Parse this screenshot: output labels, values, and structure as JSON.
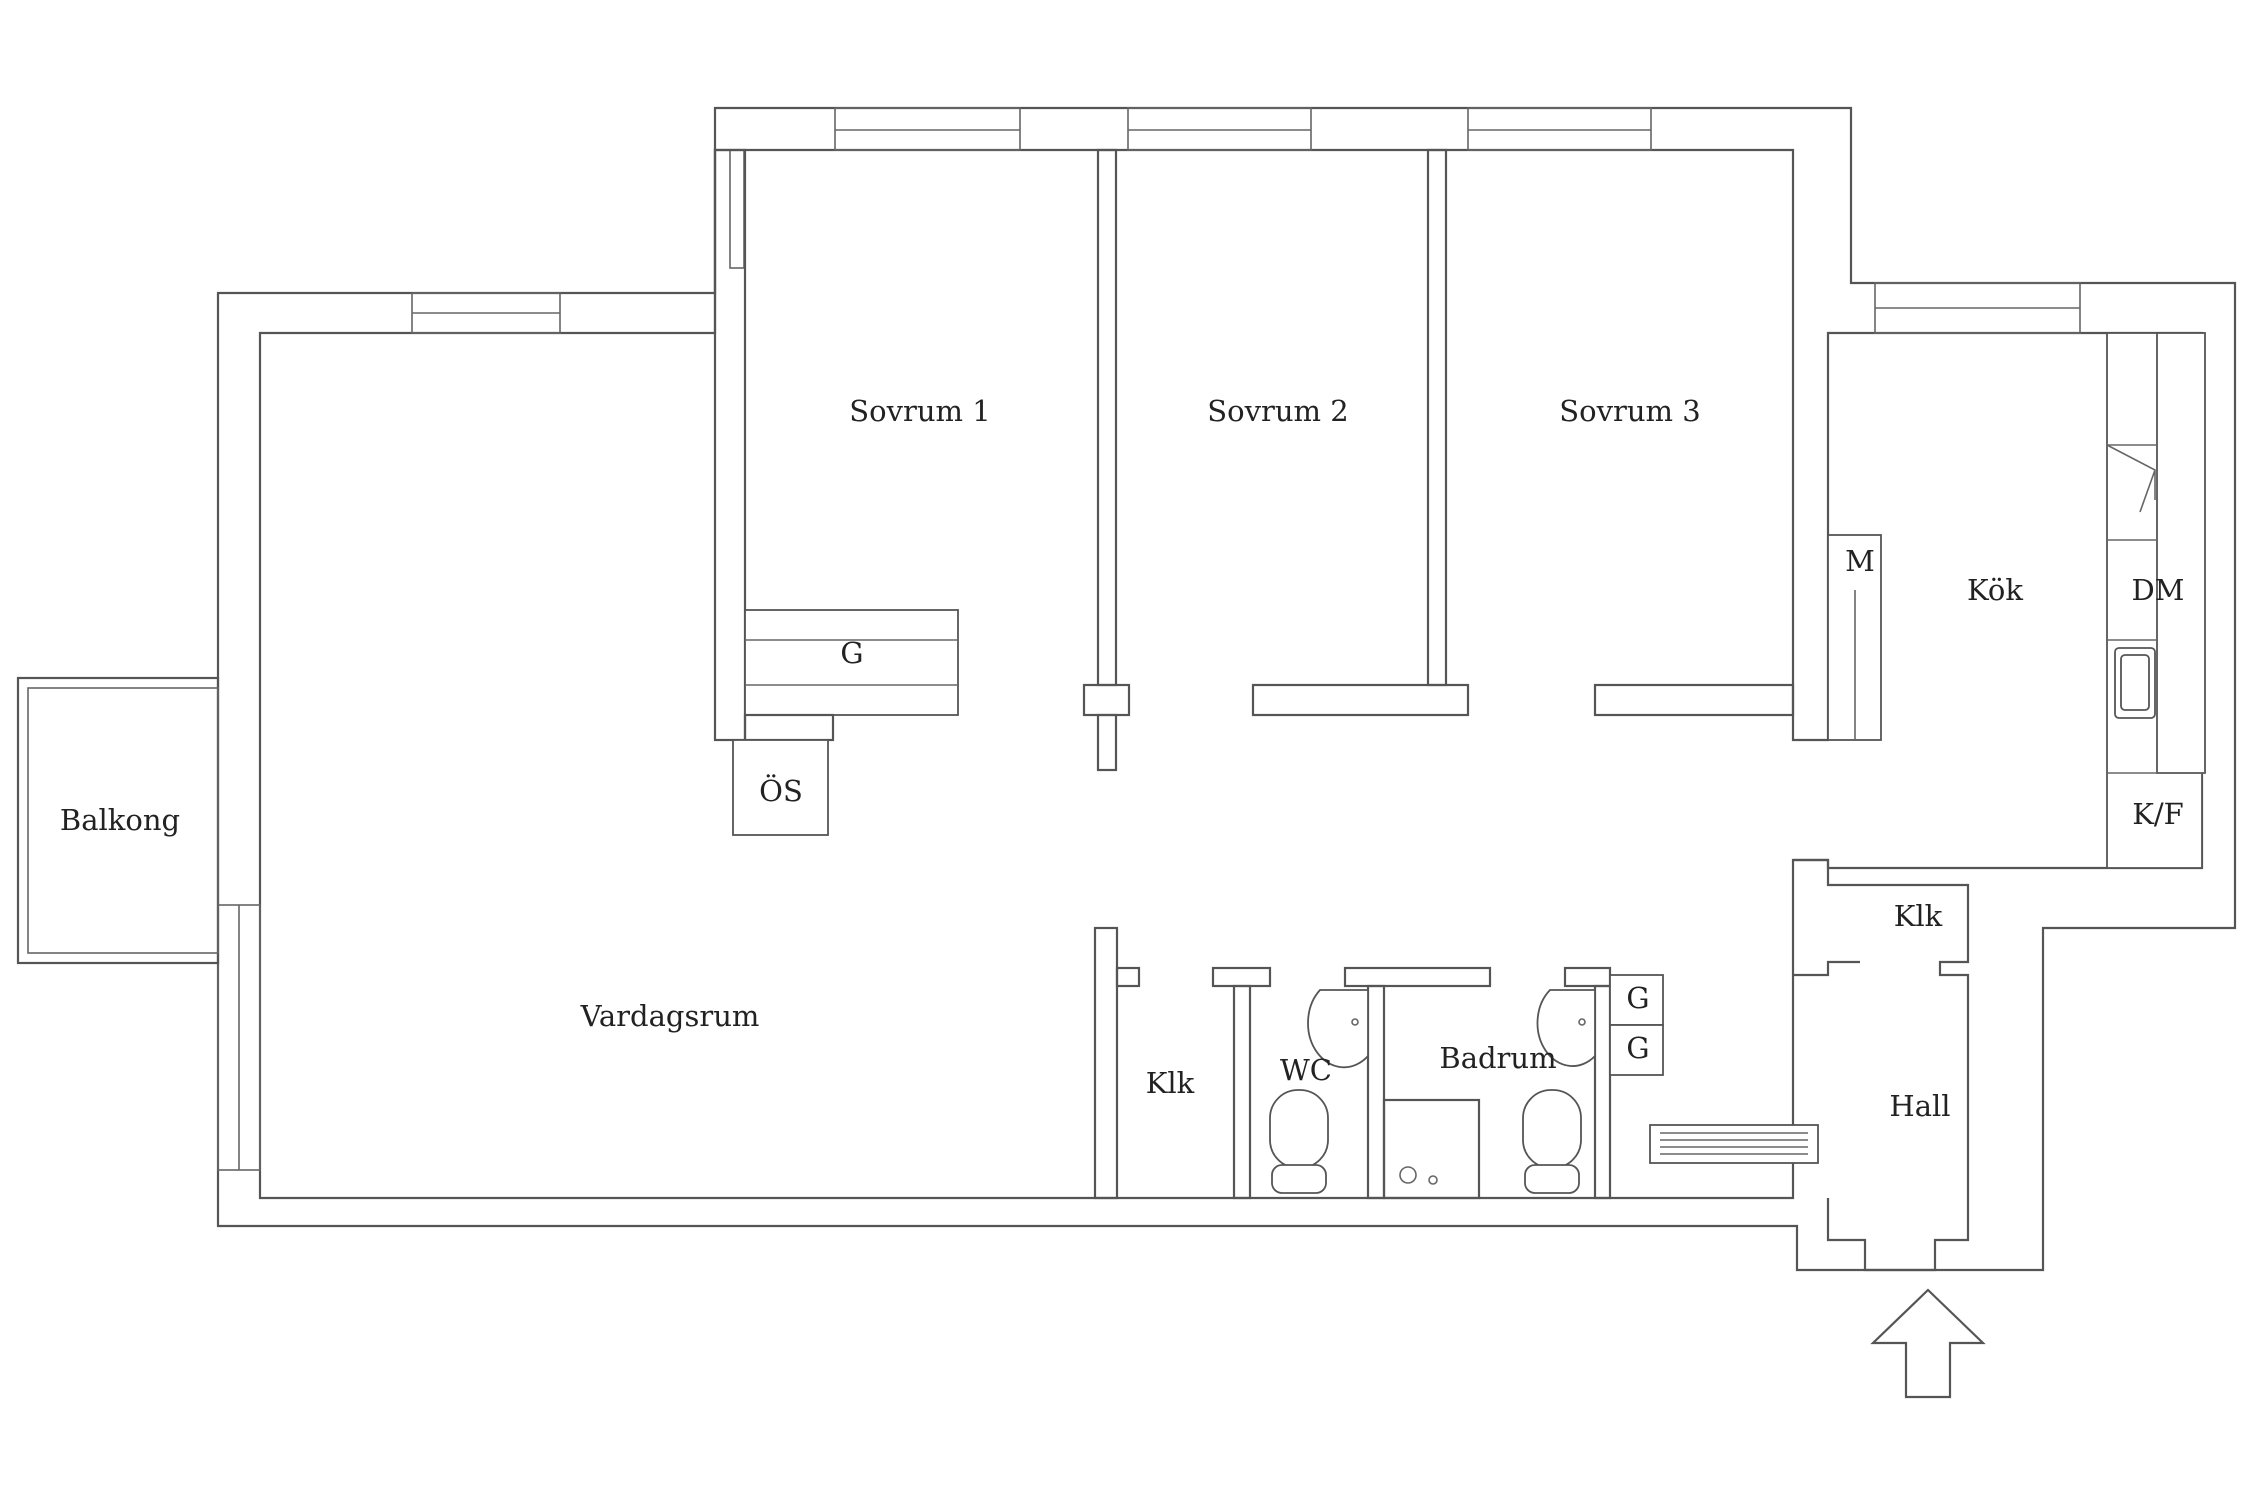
{
  "rooms": {
    "balkong": "Balkong",
    "vardagsrum": "Vardagsrum",
    "sovrum1": "Sovrum 1",
    "sovrum2": "Sovrum 2",
    "sovrum3": "Sovrum 3",
    "kok": "Kök",
    "hall": "Hall",
    "badrum": "Badrum",
    "wc": "WC",
    "klk_corridor": "Klk",
    "klk_hall": "Klk"
  },
  "fixtures": {
    "g_sovrum1": "G",
    "os": "ÖS",
    "m": "M",
    "dm": "DM",
    "kf": "K/F",
    "g_bath_top": "G",
    "g_bath_bottom": "G"
  },
  "icons": {
    "entrance": "entrance-arrow-icon",
    "toilet": "toilet-icon",
    "sink": "sink-icon",
    "shower": "shower-icon",
    "kitchen_sink": "kitchen-sink-icon",
    "radiator": "radiator-icon"
  },
  "colors": {
    "wall": "#555555",
    "background": "#ffffff",
    "text": "#222222"
  }
}
